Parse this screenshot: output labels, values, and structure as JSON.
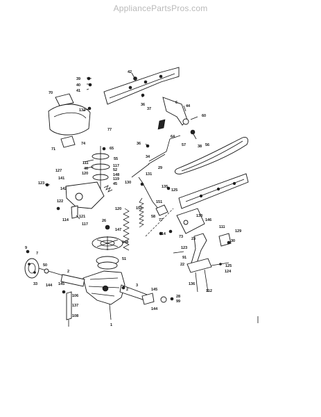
{
  "watermark": "AppliancePartsPros.com",
  "callouts": [
    "70",
    "71",
    "74",
    "39",
    "40",
    "41",
    "42",
    "132",
    "77",
    "36",
    "37",
    "6",
    "44",
    "60",
    "64",
    "38",
    "36",
    "57",
    "56",
    "34",
    "29",
    "65",
    "55",
    "111",
    "117",
    "46",
    "52",
    "148",
    "120",
    "119",
    "45",
    "127",
    "123",
    "141",
    "142",
    "120",
    "131",
    "135",
    "125",
    "130",
    "122",
    "152",
    "114",
    "121",
    "117",
    "151",
    "58",
    "77",
    "133",
    "26",
    "147",
    "148",
    "114",
    "73",
    "23",
    "111",
    "129",
    "30",
    "146",
    "51",
    "123",
    "91",
    "22",
    "125",
    "124",
    "9",
    "7",
    "50",
    "33",
    "144",
    "145",
    "3",
    "2",
    "136",
    "112",
    "106",
    "137",
    "108",
    "1",
    "2",
    "145",
    "144",
    "28",
    "99"
  ]
}
